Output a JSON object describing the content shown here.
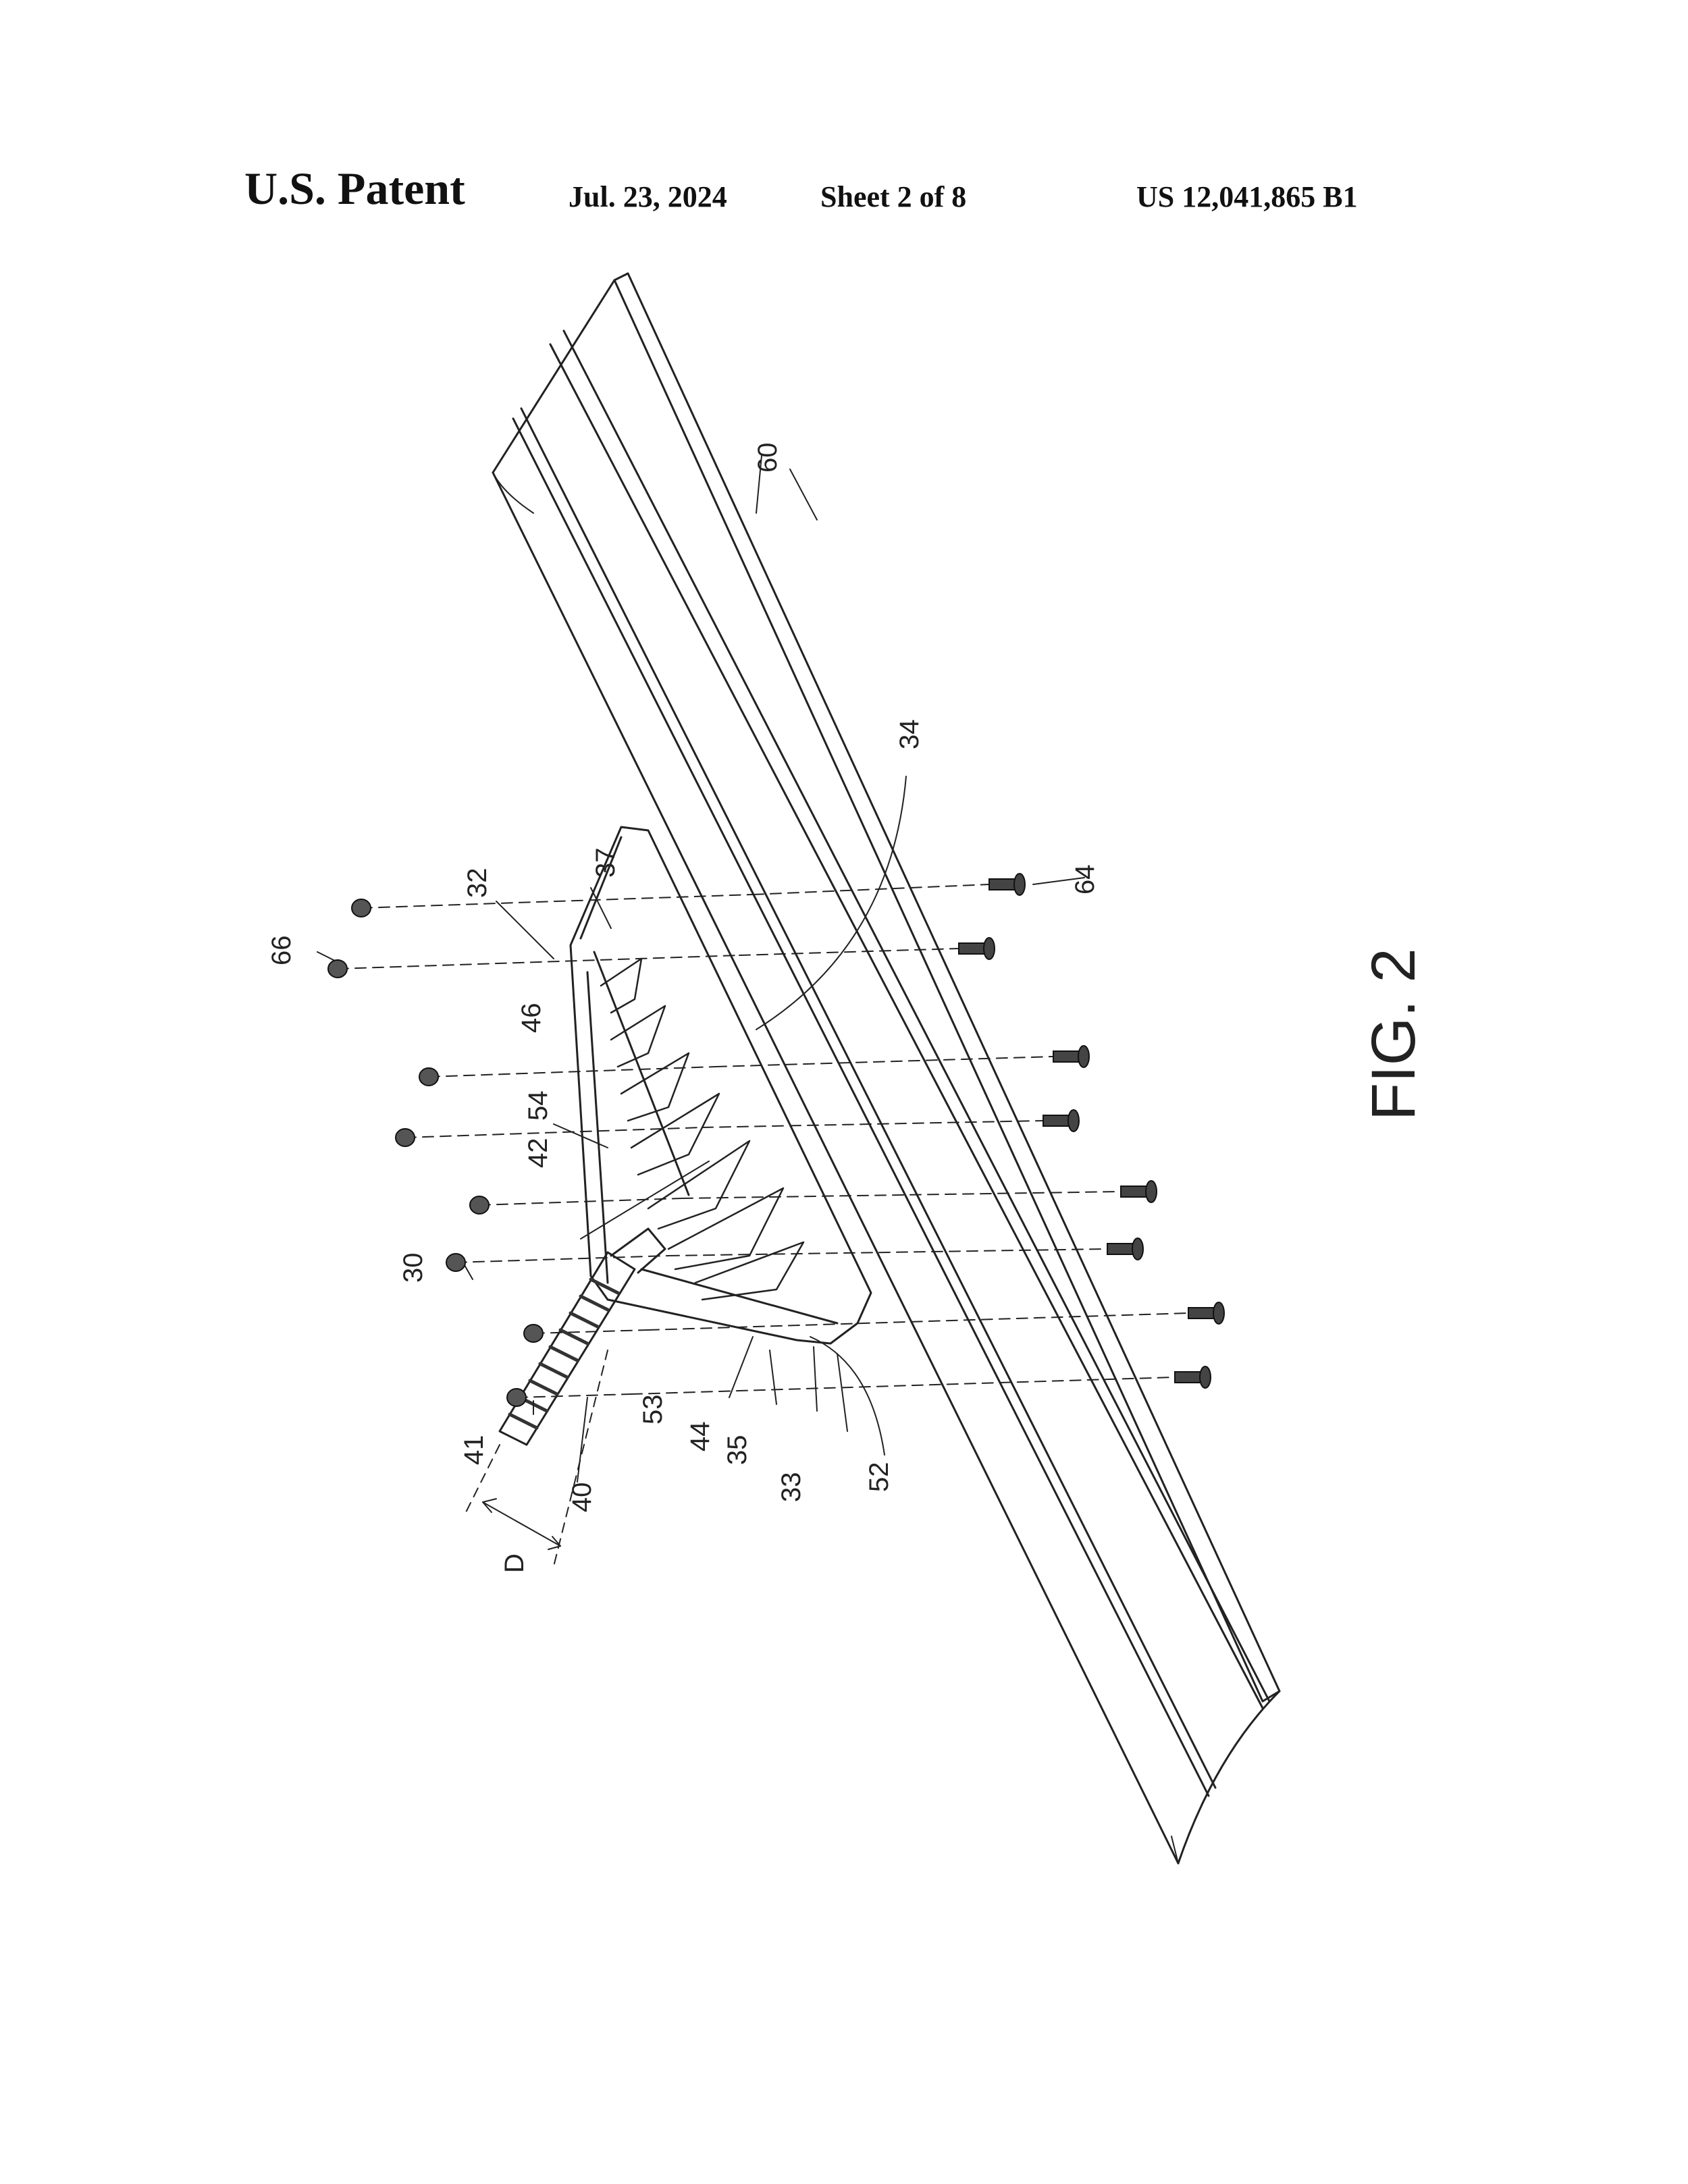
{
  "header": {
    "left": "U.S. Patent",
    "date": "Jul. 23, 2024",
    "sheet": "Sheet 2 of 8",
    "number": "US 12,041,865 B1"
  },
  "figure": {
    "label": "FIG. 2",
    "refs": {
      "r60": "60",
      "r34": "34",
      "r37": "37",
      "r32": "32",
      "r64": "64",
      "r66": "66",
      "r46": "46",
      "r54": "54",
      "r42": "42",
      "r30": "30",
      "r41": "41",
      "r40": "40",
      "r53": "53",
      "r44": "44",
      "r35": "35",
      "r33": "33",
      "r52": "52",
      "rD": "D"
    }
  }
}
